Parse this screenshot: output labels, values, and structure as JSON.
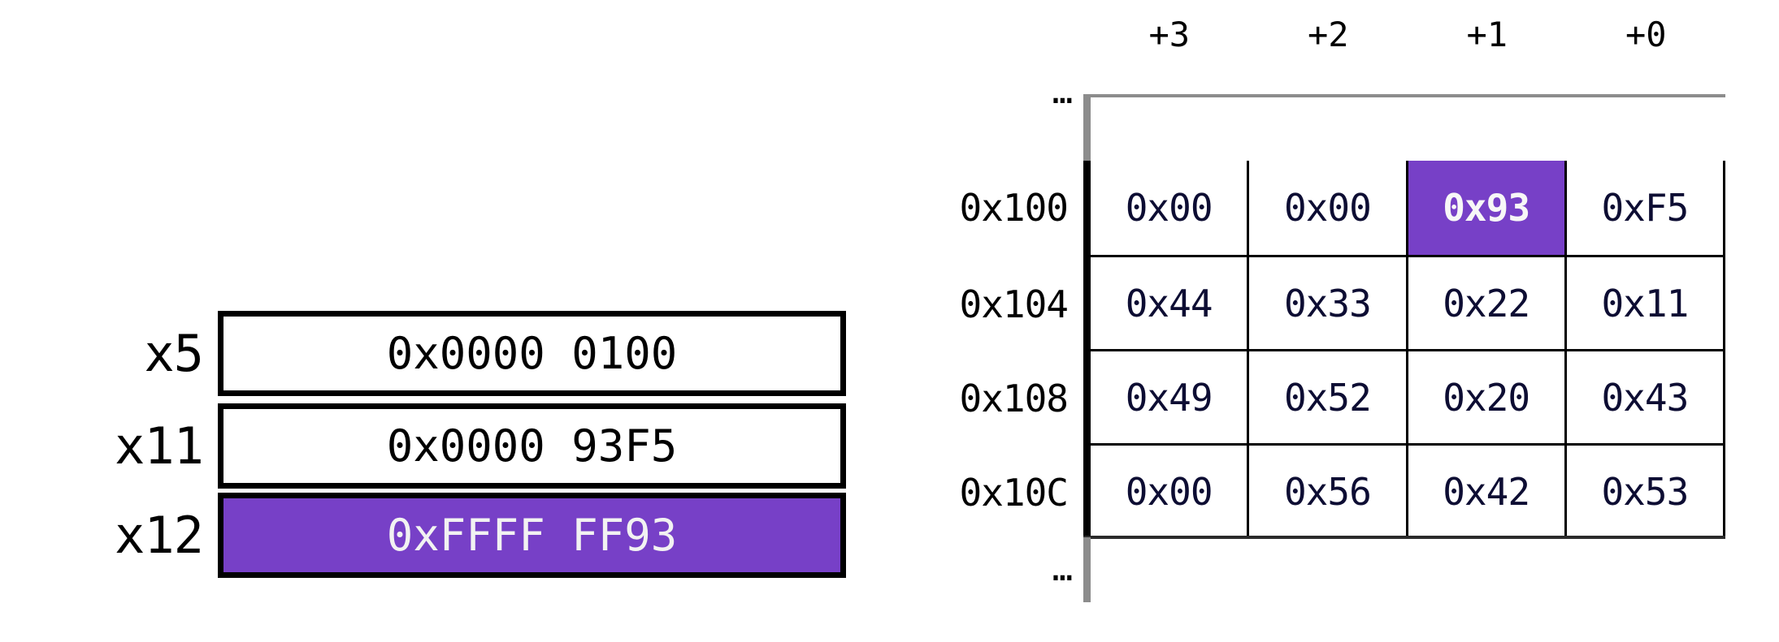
{
  "registers": {
    "rows": [
      {
        "name": "x5",
        "value": "0x0000 0100",
        "highlighted": false
      },
      {
        "name": "x11",
        "value": "0x0000 93F5",
        "highlighted": false
      },
      {
        "name": "x12",
        "value": "0xFFFF FF93",
        "highlighted": true
      }
    ]
  },
  "memory": {
    "column_headers": [
      "+3",
      "+2",
      "+1",
      "+0"
    ],
    "ellipsis_top": "…",
    "ellipsis_bottom": "…",
    "rows": [
      {
        "address": "0x100",
        "cells": [
          "0x00",
          "0x00",
          "0x93",
          "0xF5"
        ],
        "highlight_index": 2
      },
      {
        "address": "0x104",
        "cells": [
          "0x44",
          "0x33",
          "0x22",
          "0x11"
        ],
        "highlight_index": -1
      },
      {
        "address": "0x108",
        "cells": [
          "0x49",
          "0x52",
          "0x20",
          "0x43"
        ],
        "highlight_index": -1
      },
      {
        "address": "0x10C",
        "cells": [
          "0x00",
          "0x56",
          "0x42",
          "0x53"
        ],
        "highlight_index": -1
      }
    ]
  },
  "colors": {
    "highlight_purple": "#7740c7",
    "highlight_text": "#f7f7f7",
    "cell_text": "#0d0d33",
    "label_text": "#000000",
    "grid_line": "#000000",
    "continuation_line": "#8c8c8c",
    "background": "#ffffff"
  }
}
